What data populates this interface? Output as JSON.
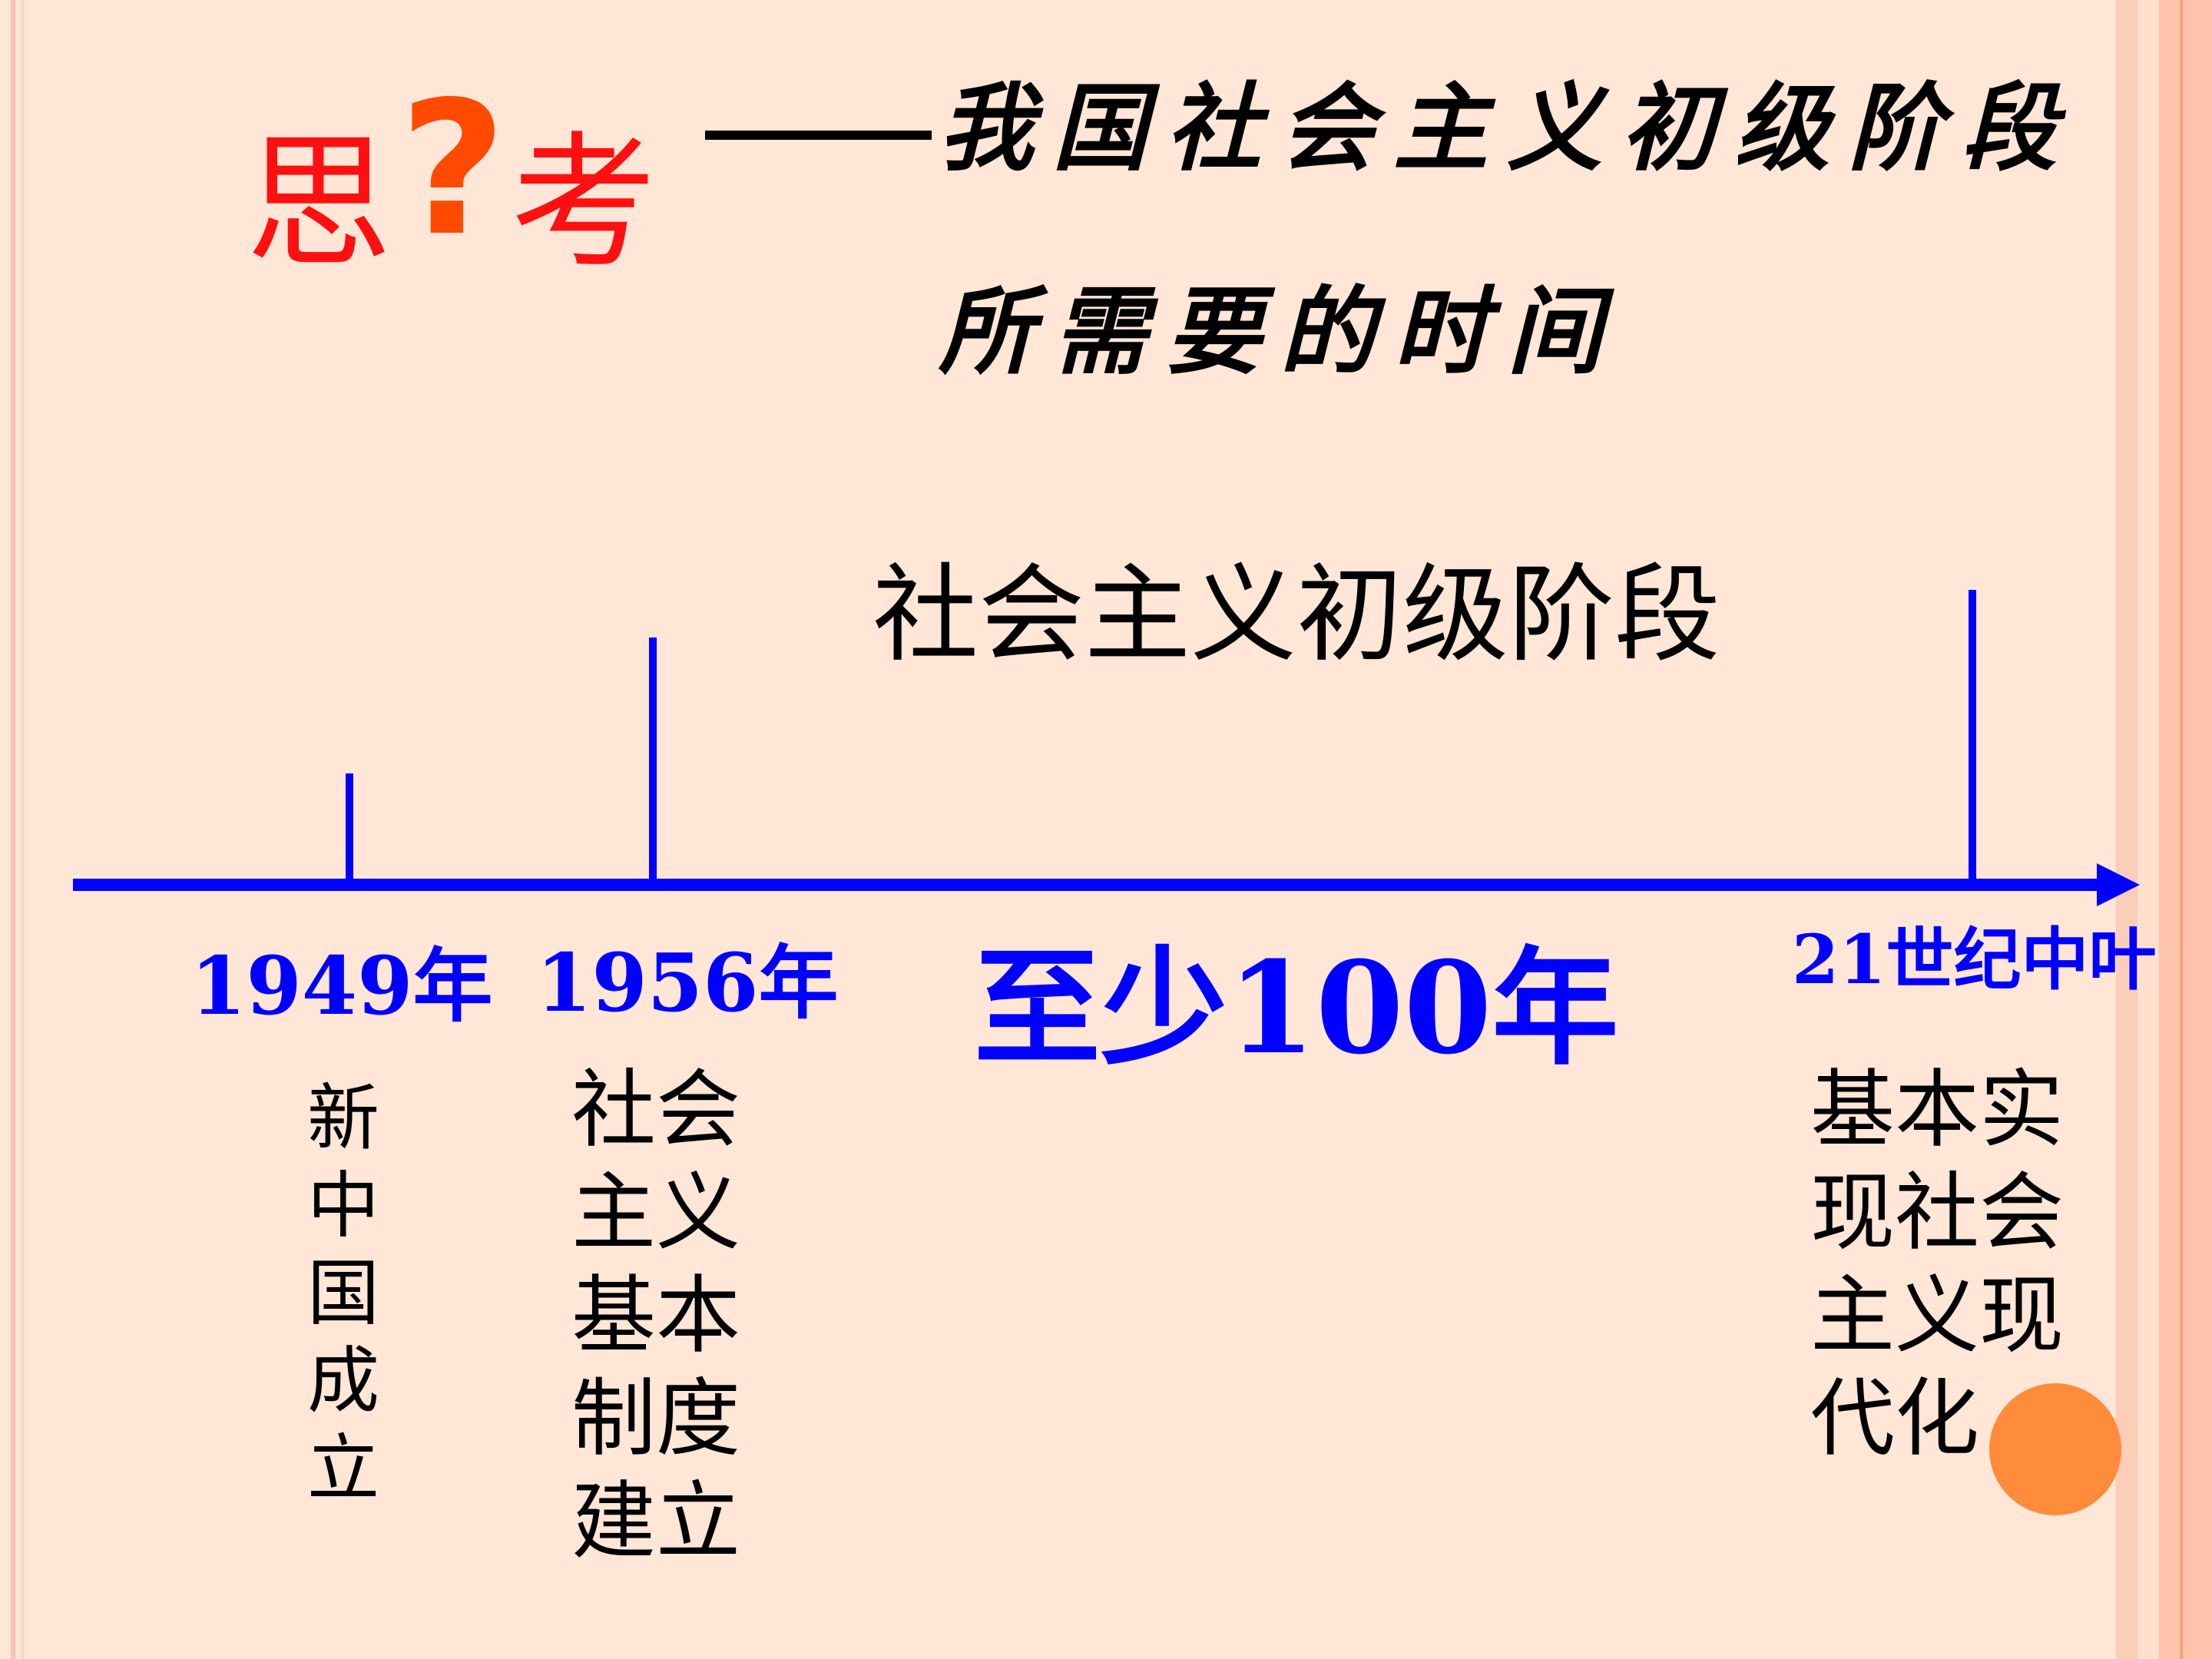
{
  "slide": {
    "logo": {
      "char1": "思",
      "question": "?",
      "char2": "考"
    },
    "title_line1": "我国社会主义初级阶段",
    "title_line2": "所需要的时间",
    "stage_label": "社会主义初级阶段",
    "duration_label": "至少100年",
    "timeline": [
      {
        "year": "1949年",
        "event": "新中国成立"
      },
      {
        "year": "1956年",
        "event": "社会\n主义\n基本\n制度\n建立"
      },
      {
        "year": "21世纪中叶",
        "event": "基本实\n现社会\n主义现\n代化"
      }
    ],
    "colors": {
      "axis": "#0000FF",
      "logo_red": "#FF1010",
      "question_orange": "#FF4A00",
      "dot": "#FF8C3A",
      "background": "#FFE6D6"
    }
  }
}
